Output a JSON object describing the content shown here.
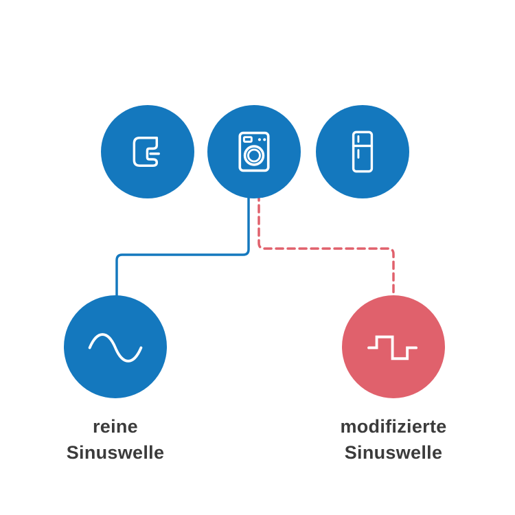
{
  "colors": {
    "background": "#FFFFFF",
    "blue": "#1478BE",
    "red": "#E0616C",
    "icon_stroke": "#FFFFFF",
    "text": "#3B3B3B"
  },
  "appliances": [
    {
      "id": "coffee-machine",
      "icon": "coffee-machine-icon"
    },
    {
      "id": "washing-machine",
      "icon": "washing-machine-icon"
    },
    {
      "id": "refrigerator",
      "icon": "refrigerator-icon"
    }
  ],
  "connectors": {
    "pure": {
      "style": "solid",
      "color": "#1478BE"
    },
    "modified": {
      "style": "dashed",
      "color": "#E0616C"
    }
  },
  "waves": {
    "pure": {
      "icon": "sine-wave-icon",
      "label_line1": "reine",
      "label_line2": "Sinuswelle",
      "color": "#1478BE"
    },
    "modified": {
      "icon": "modified-sine-wave-icon",
      "label_line1": "modifizierte",
      "label_line2": "Sinuswelle",
      "color": "#E0616C"
    }
  }
}
